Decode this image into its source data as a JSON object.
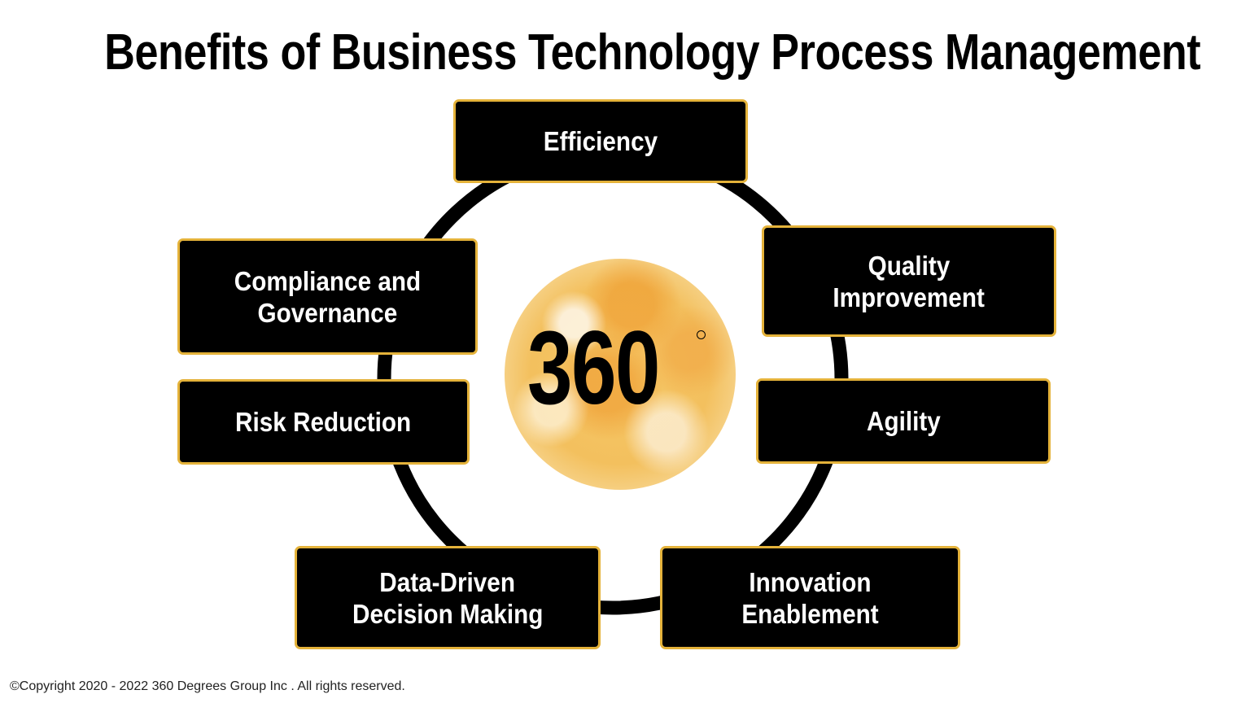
{
  "title": "Benefits of Business Technology Process Management",
  "center": {
    "label": "360",
    "symbol": "degree-symbol",
    "image": "orange-moon-icon"
  },
  "benefits": [
    {
      "id": "efficiency",
      "lines": [
        "Efficiency"
      ]
    },
    {
      "id": "quality-improvement",
      "lines": [
        "Quality",
        "Improvement"
      ]
    },
    {
      "id": "agility",
      "lines": [
        "Agility"
      ]
    },
    {
      "id": "innovation-enablement",
      "lines": [
        "Innovation",
        "Enablement"
      ]
    },
    {
      "id": "data-driven-decision-making",
      "lines": [
        "Data-Driven",
        "Decision Making"
      ]
    },
    {
      "id": "risk-reduction",
      "lines": [
        "Risk Reduction"
      ]
    },
    {
      "id": "compliance-and-governance",
      "lines": [
        "Compliance and",
        "Governance"
      ]
    }
  ],
  "footer": {
    "copyright": "©Copyright 2020 - 2022 360 Degrees Group Inc . All rights reserved."
  },
  "colors": {
    "box_fill": "#000000",
    "box_border": "#E4B23A",
    "box_text": "#FFFFFF",
    "ring": "#000000",
    "moon": "#F3C05E",
    "background": "#FFFFFF"
  }
}
